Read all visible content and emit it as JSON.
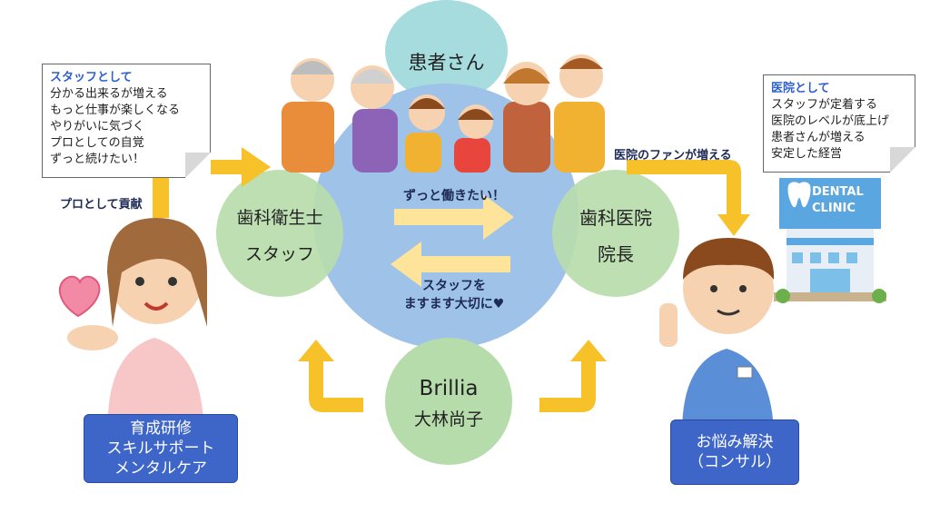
{
  "center": {
    "patient": "患者さん",
    "hygienist_line1": "歯科衛生士",
    "hygienist_line2": "スタッフ",
    "clinic_line1": "歯科医院",
    "clinic_line2": "院長",
    "brillia_line1": "Brillia",
    "brillia_line2": "大林尚子",
    "arrow_top_text": "ずっと働きたい！",
    "arrow_bottom_line1": "スタッフを",
    "arrow_bottom_line2": "ますます大切に♥"
  },
  "left_note": {
    "title": "スタッフとして",
    "lines": [
      "分かる出来るが増える",
      "もっと仕事が楽しくなる",
      "やりがいに気づく",
      "プロとしての自覚",
      "ずっと続けたい！"
    ]
  },
  "right_note": {
    "title": "医院として",
    "lines": [
      "スタッフが定着する",
      "医院のレベルが底上げ",
      "患者さんが増える",
      "安定した経営"
    ]
  },
  "labels": {
    "pro_contribution": "プロとして貢献",
    "clinic_fans": "医院のファンが増える"
  },
  "left_box": {
    "lines": [
      "育成研修",
      "スキルサポート",
      "メンタルケア"
    ]
  },
  "right_box": {
    "lines": [
      "お悩み解決",
      "（コンサル）"
    ]
  },
  "clinic_sign": {
    "line1": "DENTAL",
    "line2": "CLINIC"
  },
  "colors": {
    "big_circle": "#9fc2e9",
    "patient_circle": "#a6dcdd",
    "green_circle": "#b7dcab",
    "arrow_yellow": "#f7c12a",
    "arrow_light": "#fde49a",
    "box_blue": "#3e66c8",
    "note_title": "#2e5fd0"
  },
  "icons": [
    "heart-icon",
    "building-icon",
    "tooth-icon"
  ]
}
